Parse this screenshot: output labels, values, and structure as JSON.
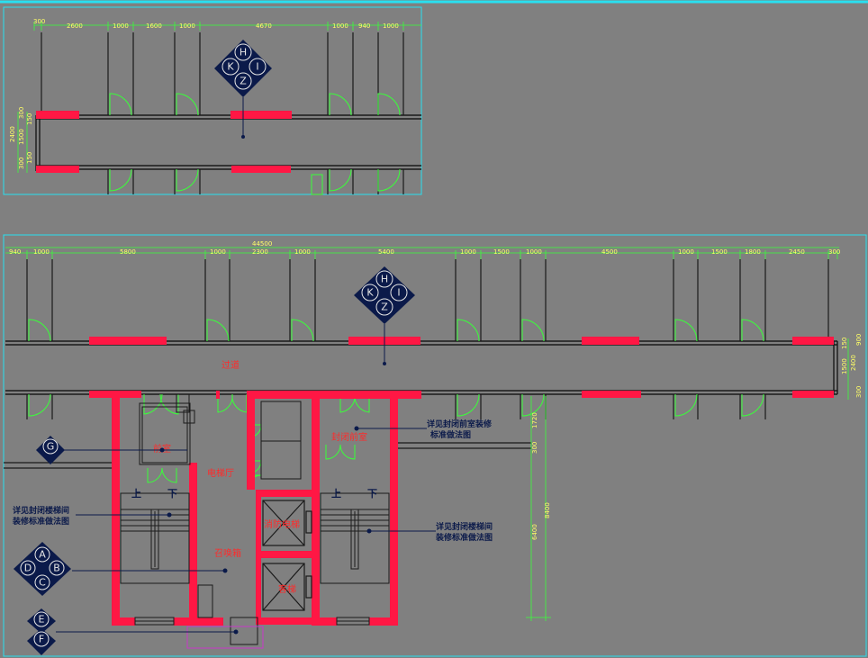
{
  "drawing": {
    "top_plan": {
      "dimensions": [
        "300",
        "2600",
        "1000",
        "1600",
        "1000",
        "4670",
        "1000",
        "940",
        "1000"
      ],
      "vertical_dimensions": [
        "2400",
        "300",
        "150",
        "1500",
        "150",
        "300"
      ],
      "index_symbol": {
        "top": "H",
        "left": "K",
        "right": "I",
        "bottom": "Z"
      }
    },
    "main_plan": {
      "total_dimension": "44500",
      "dimensions": [
        "940",
        "1000",
        "5800",
        "1000",
        "2300",
        "1000",
        "5400",
        "1000",
        "1500",
        "1000",
        "4500",
        "1000",
        "1500",
        "1800",
        "2450",
        "300"
      ],
      "right_dimensions": [
        "900",
        "150",
        "1500",
        "2400",
        "300"
      ],
      "vertical_dimensions": [
        "1720",
        "300",
        "8400",
        "6400"
      ],
      "index_symbol": {
        "top": "H",
        "left": "K",
        "right": "I",
        "bottom": "Z"
      },
      "rooms": {
        "corridor": "过道",
        "front_room": "前室",
        "elevator_hall": "电梯厅",
        "sealed_front_room": "封闭前室",
        "fire_elevator": "消防电梯",
        "elevator": "客梯",
        "call_box": "召唤箱"
      },
      "stair_labels": {
        "up": "上",
        "down": "下"
      },
      "notes": {
        "sealed_front_room_note": [
          "详见封闭前室装修",
          "标准做法图"
        ],
        "stair_note_left": [
          "详见封闭楼梯间",
          "装修标准做法图"
        ],
        "stair_note_right": [
          "详见封闭楼梯间",
          "装修标准做法图"
        ]
      },
      "symbols": {
        "g": "G",
        "index_abcd": {
          "top": "A",
          "left": "D",
          "right": "B",
          "bottom": "C"
        },
        "e": "E",
        "f": "F"
      }
    }
  }
}
